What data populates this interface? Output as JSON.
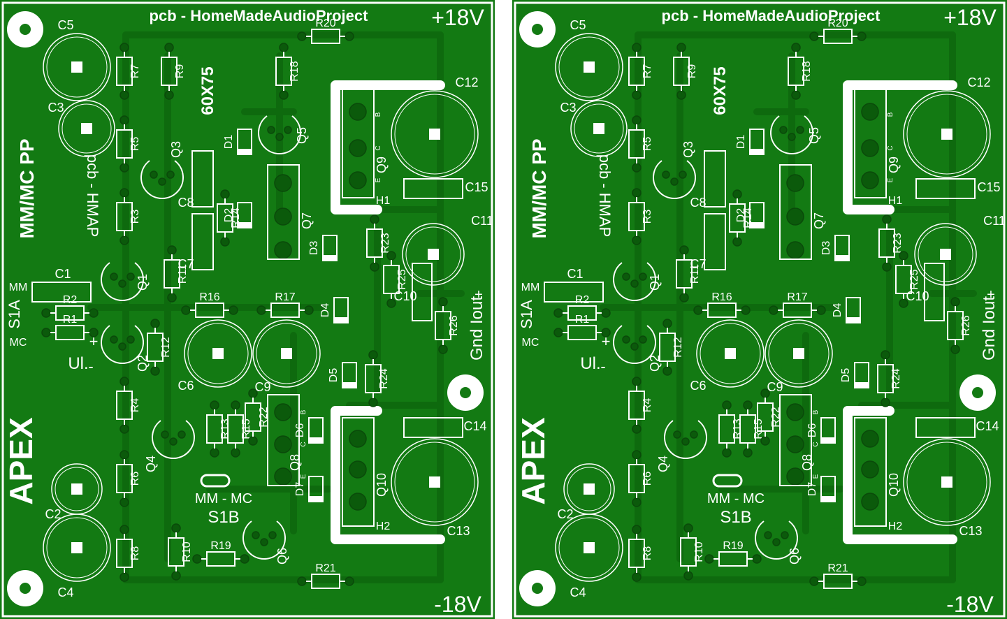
{
  "colors": {
    "board": "#137a13",
    "copper": "#0e6a0e",
    "silk": "#ffffff",
    "pad": "#0b5a0b",
    "background": "#ffffff"
  },
  "board": {
    "title": "pcb - HomeMadeAudioProject",
    "mirror_title": "pcb - HMAP",
    "size_label": "60X75",
    "product_label": "MM/MC PP",
    "logo": "APEX",
    "v_pos": "+18V",
    "v_neg": "-18V",
    "input_label": "Ul.",
    "output_label": "Gnd Iout",
    "switch_a": "S1A",
    "switch_b": "S1B",
    "mode_mm": "MM",
    "mode_mc": "MC",
    "mode_toggle": "MM - MC",
    "heatsink_1": "H1",
    "heatsink_2": "H2",
    "pin_b": "B",
    "pin_c": "C",
    "pin_e": "E",
    "plus": "+",
    "minus": "-"
  },
  "boards": [
    {
      "resistors": [
        "R7",
        "R9",
        "R5",
        "R3",
        "R11",
        "R2",
        "R1",
        "R12",
        "R4",
        "R6",
        "R8",
        "R10",
        "R13",
        "R15",
        "R22",
        "R14",
        "R16",
        "R17",
        "R18",
        "R19",
        "R20",
        "R21",
        "R23",
        "R24",
        "R25",
        "R26"
      ]
    },
    {
      "resistors": [
        "R7",
        "R9",
        "R5",
        "R3",
        "R11",
        "R2",
        "R1",
        "R12",
        "R4",
        "R6",
        "R8",
        "R10",
        "R13",
        "R15",
        "R22",
        "R14",
        "R16",
        "R17",
        "R18",
        "R19",
        "R20",
        "R21",
        "R23",
        "R24",
        "R25",
        "R26"
      ]
    }
  ],
  "components": {
    "caps": [
      "C1",
      "C2",
      "C3",
      "C4",
      "C5",
      "C6",
      "C7",
      "C8",
      "C9",
      "C10",
      "C11",
      "C12",
      "C13",
      "C14",
      "C15"
    ],
    "transistors": [
      "Q1",
      "Q2",
      "Q3",
      "Q4",
      "Q5",
      "Q6",
      "Q7",
      "Q8",
      "Q9",
      "Q10"
    ],
    "diodes": [
      "D1",
      "D2",
      "D3",
      "D4",
      "D5",
      "D6",
      "D7"
    ]
  }
}
